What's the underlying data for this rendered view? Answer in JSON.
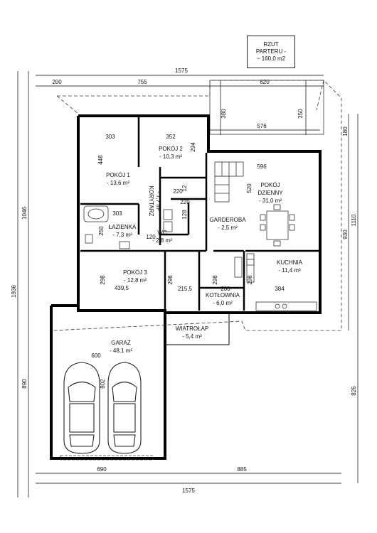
{
  "title": {
    "line1": "RZUT",
    "line2": "PARTERU -",
    "line3": "~ 160,0 m2"
  },
  "dimensions": {
    "top_total": "1575",
    "top_left": "200",
    "top_mid": "755",
    "top_right": "620",
    "bottom_total": "1575",
    "bottom_left": "690",
    "bottom_right": "885",
    "left_total": "1936",
    "left_upper": "1046",
    "left_lower": "890",
    "right_total": "1110",
    "right_mid": "930",
    "right_top": "180",
    "right_lower": "826",
    "terrace_left": "380",
    "terrace_right": "350",
    "terrace_width": "576"
  },
  "rooms": [
    {
      "name": "POKÓJ 1",
      "area": "- 13,6 m²"
    },
    {
      "name": "POKÓJ 2",
      "area": "- 10,3 m²"
    },
    {
      "name": "POKÓJ\nDZIENNY",
      "area": "- 31,0 m²"
    },
    {
      "name": "KORYTARZ",
      "area": "- 7,7 m²"
    },
    {
      "name": "ŁAZIENKA",
      "area": "- 7,3 m²"
    },
    {
      "name": "WC",
      "area": "- 2,8 m²"
    },
    {
      "name": "GARDEROBA",
      "area": "- 2,5 m²"
    },
    {
      "name": "KUCHNIA",
      "area": "- 11,4 m²"
    },
    {
      "name": "POKÓJ 3",
      "area": "- 12,8 m²"
    },
    {
      "name": "KOTŁOWNIA",
      "area": "- 6,0 m²"
    },
    {
      "name": "WIATROŁAP",
      "area": "- 5,4 m²"
    },
    {
      "name": "GARAŻ",
      "area": "- 48,1 m²"
    }
  ],
  "inner_dims": {
    "d303a": "303",
    "d352": "352",
    "d448": "448",
    "d294": "294",
    "d12": "12",
    "d220a": "220",
    "d220b": "220",
    "d303b": "303",
    "d250": "250",
    "d120": "120",
    "d128": "128",
    "d596": "596",
    "d520": "520",
    "d298a": "298",
    "d439": "439,5",
    "d298b": "298",
    "d215": "215,5",
    "d298c": "298",
    "d200": "200",
    "d298d": "298",
    "d384": "384",
    "d600": "600",
    "d802": "802"
  }
}
